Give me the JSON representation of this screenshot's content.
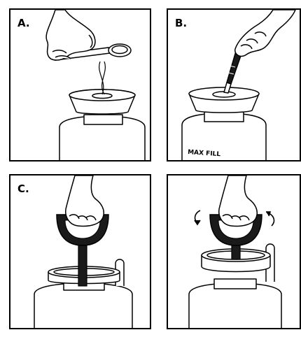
{
  "panels": [
    {
      "id": "A",
      "letter": "A."
    },
    {
      "id": "B",
      "letter": "B."
    },
    {
      "id": "C",
      "letter": "C."
    },
    {
      "id": "D",
      "letter": ""
    }
  ],
  "bottle": {
    "max_fill_label": "MAX FILL"
  },
  "colors": {
    "line": "#000000",
    "background": "#ffffff",
    "handle": "#1a1a1a"
  }
}
